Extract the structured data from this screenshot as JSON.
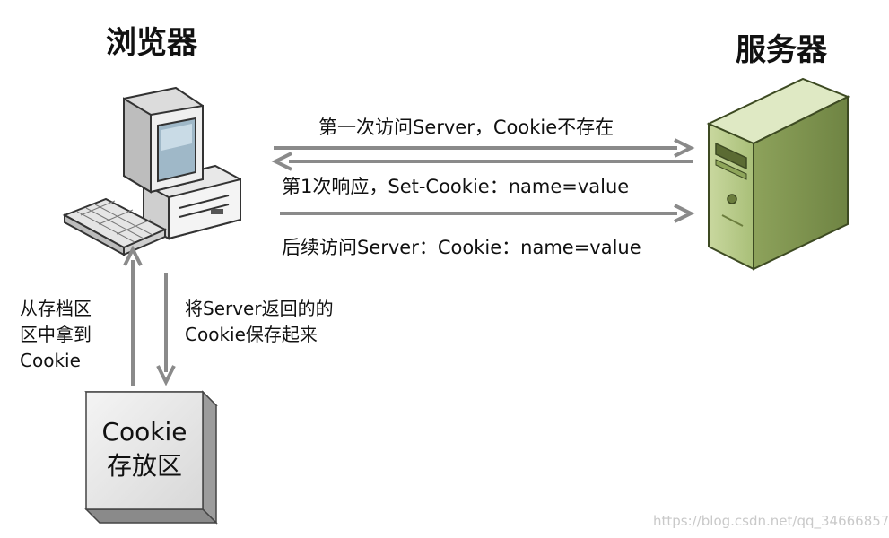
{
  "browser": {
    "title": "浏览器"
  },
  "server": {
    "title": "服务器"
  },
  "arrows": {
    "request_first": "第一次访问Server，Cookie不存在",
    "response": "第1次响应，Set-Cookie：name=value",
    "request_next": "后续访问Server：Cookie：name=value"
  },
  "store_side": {
    "read_lines": [
      "从存档区",
      "区中拿到",
      "Cookie"
    ],
    "save_lines": [
      "将Server返回的的",
      "Cookie保存起来"
    ]
  },
  "cookie_store": {
    "line1": "Cookie",
    "line2": "存放区"
  },
  "watermark": "https://blog.csdn.net/qq_34666857",
  "colors": {
    "arrow": "#8a8a8a",
    "store_face": "#e6e6e6",
    "server_body": "#b5c98a"
  }
}
